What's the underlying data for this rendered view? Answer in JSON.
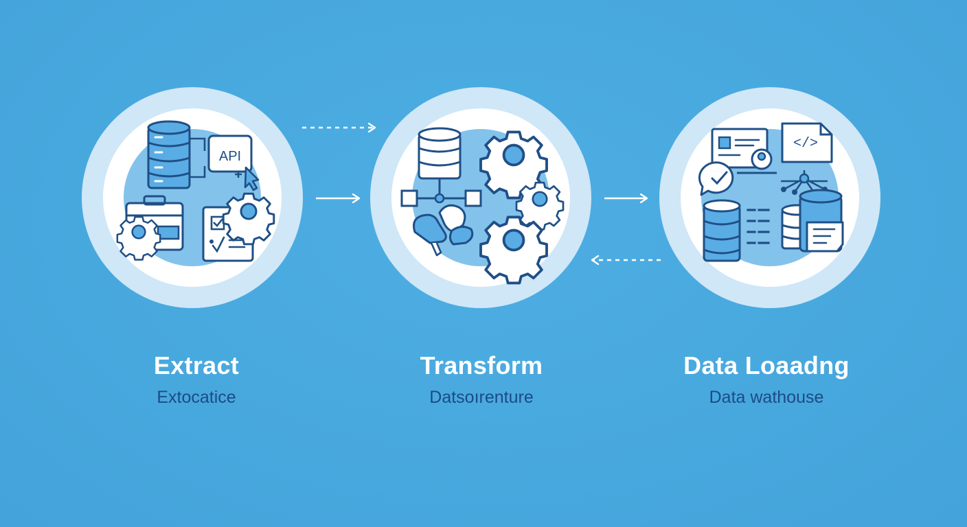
{
  "colors": {
    "background": "#49a9df",
    "ring_outer": "#cfe7f7",
    "ring_inner": "#ffffff",
    "disc": "#6db9e8",
    "icon_stroke": "#1f4f86",
    "icon_fill_light": "#ffffff",
    "icon_fill_blue": "#5aace4",
    "title": "#ffffff",
    "subtitle": "#1c4b84",
    "arrow": "#ffffff"
  },
  "stages": [
    {
      "title": "Extract",
      "subtitle": "Extocatice",
      "api_label": "API",
      "icons": [
        "database-icon",
        "api-window-icon",
        "cursor-icon",
        "briefcase-gear-icon",
        "checklist-icon",
        "gear-icon"
      ]
    },
    {
      "title": "Transform",
      "subtitle": "Datsoırenture",
      "icons": [
        "database-icon",
        "node-flow-icon",
        "gear-icon",
        "hands-icon"
      ]
    },
    {
      "title": "Data Loaadng",
      "subtitle": "Data wathouse",
      "code_label": "</>",
      "icons": [
        "dashboard-icon",
        "code-file-icon",
        "network-icon",
        "chat-check-icon",
        "database-icon",
        "list-icon",
        "document-icon"
      ]
    }
  ],
  "connectors": [
    {
      "from": "extract",
      "to": "transform",
      "style": "dashed",
      "direction": "right"
    },
    {
      "from": "extract",
      "to": "transform",
      "style": "solid",
      "direction": "right"
    },
    {
      "from": "transform",
      "to": "loading",
      "style": "solid",
      "direction": "right"
    },
    {
      "from": "loading",
      "to": "transform",
      "style": "dashed",
      "direction": "left"
    }
  ]
}
